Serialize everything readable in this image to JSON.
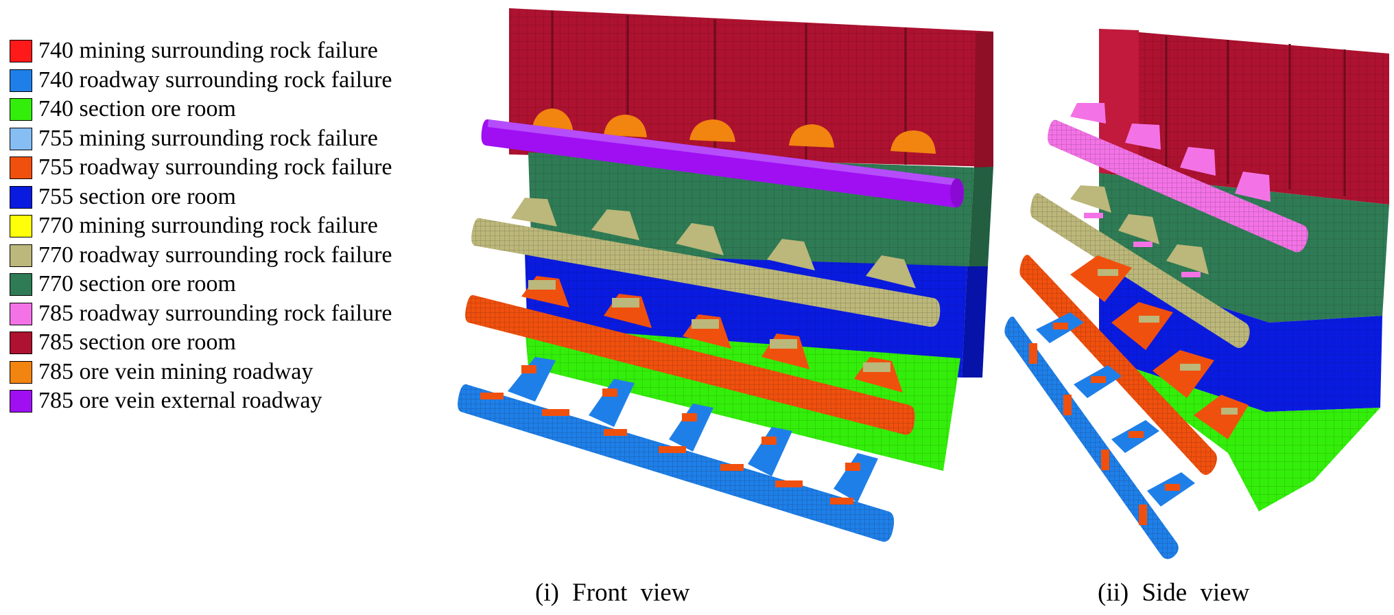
{
  "legend": {
    "items": [
      {
        "label": "740 mining surrounding rock failure",
        "color": "#ff1a1a"
      },
      {
        "label": "740 roadway surrounding rock failure",
        "color": "#1f7fe8"
      },
      {
        "label": "740 section ore room",
        "color": "#33ee0a"
      },
      {
        "label": "755 mining surrounding rock failure",
        "color": "#86bdf2"
      },
      {
        "label": "755 roadway surrounding rock failure",
        "color": "#f0500e"
      },
      {
        "label": "755 section ore room",
        "color": "#0a1be0"
      },
      {
        "label": "770 mining surrounding rock failure",
        "color": "#ffff0a"
      },
      {
        "label": "770 roadway surrounding rock failure",
        "color": "#bcb77a"
      },
      {
        "label": "770 section ore room",
        "color": "#2f7b55"
      },
      {
        "label": "785 roadway surrounding rock failure",
        "color": "#f373e6"
      },
      {
        "label": "785 section ore room",
        "color": "#ad1230"
      },
      {
        "label": "785 ore vein mining roadway",
        "color": "#f28410"
      },
      {
        "label": "785 ore vein external roadway",
        "color": "#9f0ff2"
      }
    ]
  },
  "captions": {
    "front": "(i)  Front  view",
    "side": "(ii)  Side  view"
  }
}
